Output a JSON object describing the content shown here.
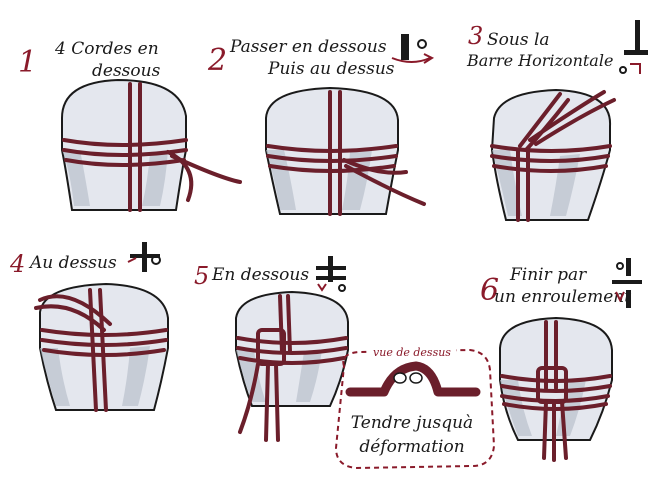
{
  "steps": [
    {
      "number": "1",
      "lines": [
        "4 Cordes en",
        "dessous"
      ]
    },
    {
      "number": "2",
      "lines": [
        "Passer en dessous",
        "Puis au dessus"
      ]
    },
    {
      "number": "3",
      "lines": [
        "Sous la",
        "Barre Horizontale"
      ]
    },
    {
      "number": "4",
      "lines": [
        "Au dessus"
      ]
    },
    {
      "number": "5",
      "lines": [
        "En dessous"
      ]
    },
    {
      "number": "6",
      "lines": [
        "Finir par",
        "un enroulement"
      ]
    }
  ],
  "inset": {
    "header": "vue de dessus",
    "lines": [
      "Tendre jusquà",
      "déformation"
    ]
  },
  "colors": {
    "rope": "#6b1f2b",
    "rope_light": "#9a3a48",
    "ink": "#1a1a1a",
    "number": "#8a1a2a",
    "post": "#e4e7ee",
    "shadow": "#b9c0cc"
  }
}
